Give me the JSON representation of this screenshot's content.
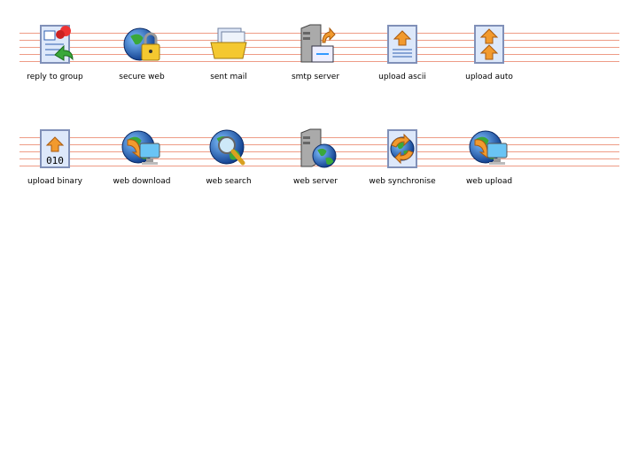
{
  "rows": [
    [
      {
        "label": "reply to group",
        "icon": "reply-to-group-icon",
        "kind": "doc-reply"
      },
      {
        "label": "secure web",
        "icon": "secure-web-icon",
        "kind": "globe-lock"
      },
      {
        "label": "sent mail",
        "icon": "sent-mail-icon",
        "kind": "tray"
      },
      {
        "label": "smtp server",
        "icon": "smtp-server-icon",
        "kind": "server-mail"
      },
      {
        "label": "upload ascii",
        "icon": "upload-ascii-icon",
        "kind": "upload-ascii"
      },
      {
        "label": "upload auto",
        "icon": "upload-auto-icon",
        "kind": "upload-auto"
      }
    ],
    [
      {
        "label": "upload binary",
        "icon": "upload-binary-icon",
        "kind": "upload-binary"
      },
      {
        "label": "web download",
        "icon": "web-download-icon",
        "kind": "globe-monitor"
      },
      {
        "label": "web search",
        "icon": "web-search-icon",
        "kind": "globe-search"
      },
      {
        "label": "web server",
        "icon": "web-server-icon",
        "kind": "server-globe"
      },
      {
        "label": "web synchronise",
        "icon": "web-synchronise-icon",
        "kind": "doc-sync"
      },
      {
        "label": "web upload",
        "icon": "web-upload-icon",
        "kind": "globe-monitor"
      }
    ]
  ],
  "binary_text": "010",
  "colors": {
    "staff_line": "#ee9c86",
    "orange": "#f29a2e",
    "globe_blue": "#1f5fb0",
    "globe_green": "#3aa83a"
  }
}
